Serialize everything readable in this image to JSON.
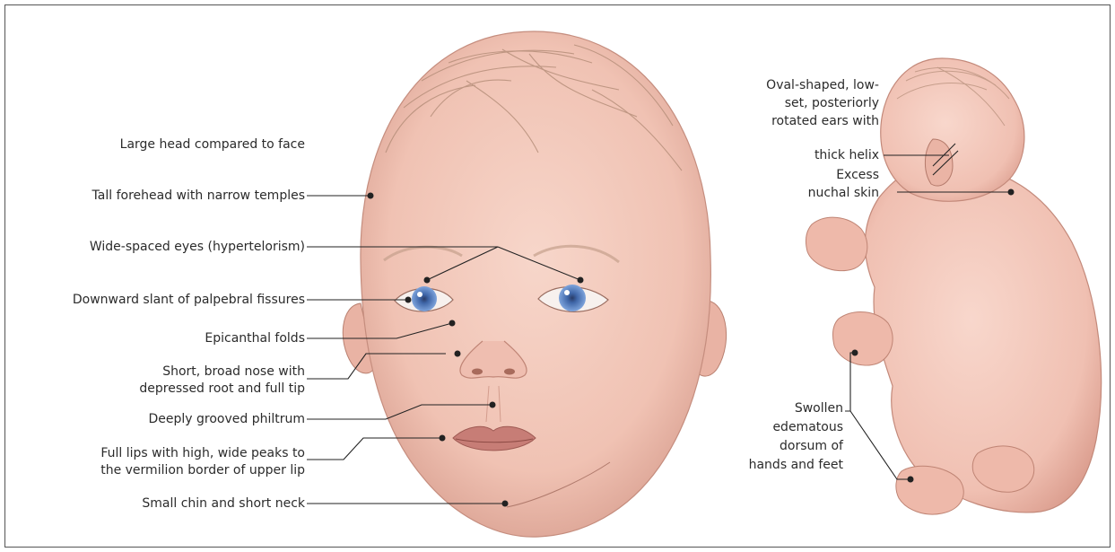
{
  "colors": {
    "skin": "#f0c2b3",
    "skin_shadow": "#d99a8a",
    "hair": "#c9a590",
    "iris": "#5a86c8",
    "leader": "#222222",
    "border": "#555555"
  },
  "face_labels": {
    "large_head": "Large head compared to face",
    "tall_forehead": "Tall forehead with narrow temples",
    "wide_eyes": "Wide-spaced eyes (hypertelorism)",
    "downward_slant": "Downward slant of palpebral fissures",
    "epicanthal": "Epicanthal folds",
    "nose_line1": "Short, broad nose with",
    "nose_line2": "depressed root and full tip",
    "philtrum": "Deeply grooved philtrum",
    "lips_line1": "Full lips with high, wide peaks to",
    "lips_line2": "the vermilion border of upper lip",
    "chin": "Small chin and short neck"
  },
  "body_labels": {
    "ears_line1": "Oval-shaped, low-",
    "ears_line2": "set, posteriorly",
    "ears_line3": "rotated ears with",
    "ears_line4": "thick helix",
    "nuchal_line1": "Excess",
    "nuchal_line2": "nuchal skin",
    "swollen_line1": "Swollen",
    "swollen_line2": "edematous",
    "swollen_line3": "dorsum of",
    "swollen_line4": "hands and feet"
  }
}
